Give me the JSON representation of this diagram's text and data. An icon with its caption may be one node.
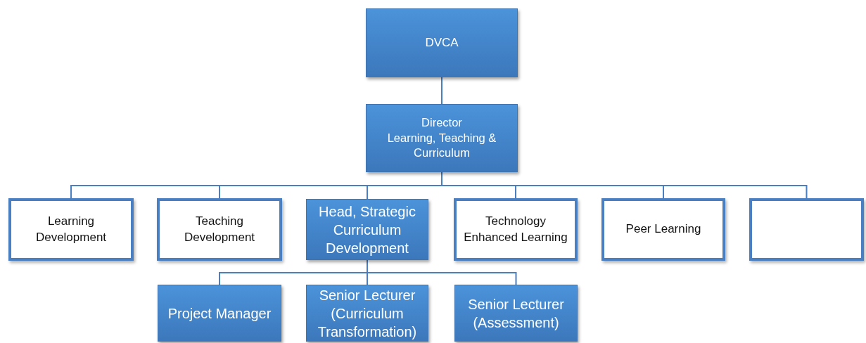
{
  "diagram": {
    "nodes": [
      {
        "text": [
          "DVCA"
        ]
      },
      {
        "text": [
          "Director",
          "Learning, Teaching & Curriculum"
        ]
      },
      {
        "text": [
          "Learning Development"
        ]
      },
      {
        "text": [
          "Teaching Development"
        ]
      },
      {
        "text": [
          "Head, Strategic Curriculum Development"
        ]
      },
      {
        "text": [
          "Technology Enhanced Learning"
        ]
      },
      {
        "text": [
          "Peer Learning"
        ]
      },
      {
        "text": [],
        "shape": "box"
      },
      {
        "text": [
          "Project Manager"
        ]
      },
      {
        "text": [
          "Senior Lecturer (Curriculum Transformation)"
        ]
      },
      {
        "text": [
          "Senior Lecturer (Assessment)"
        ]
      }
    ],
    "edges": [
      {
        "from": 0,
        "to": 1,
        "arrow": "none"
      },
      {
        "from": 1,
        "to": 2,
        "arrow": "none"
      },
      {
        "from": 1,
        "to": 3,
        "arrow": "none"
      },
      {
        "from": 1,
        "to": 4,
        "arrow": "none"
      },
      {
        "from": 1,
        "to": 5,
        "arrow": "none"
      },
      {
        "from": 1,
        "to": 6,
        "arrow": "none"
      },
      {
        "from": 1,
        "to": 7,
        "arrow": "none"
      },
      {
        "from": 4,
        "to": 8,
        "arrow": "none"
      },
      {
        "from": 4,
        "to": 9,
        "arrow": "none"
      },
      {
        "from": 4,
        "to": 10,
        "arrow": "none"
      }
    ]
  }
}
